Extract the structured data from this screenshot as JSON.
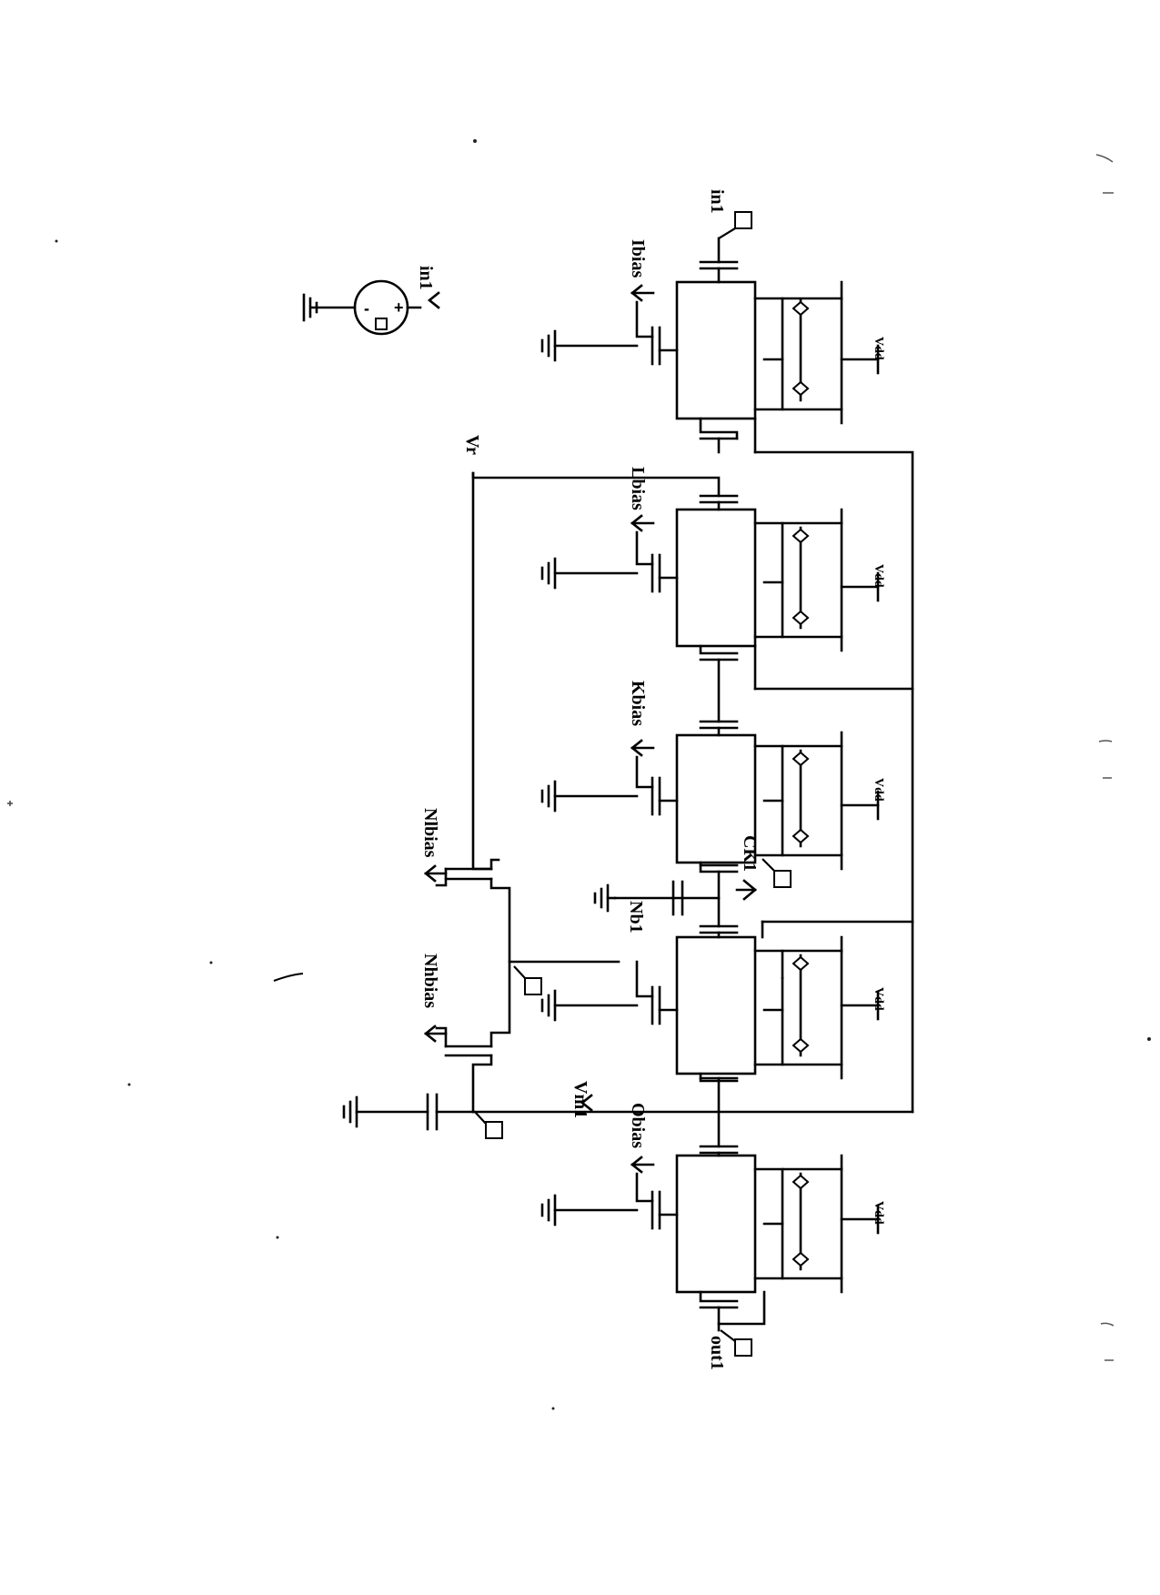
{
  "labels": {
    "in1": "in1",
    "out1": "out1",
    "vr": "Vr",
    "vm1": "Vm1",
    "nb1": "Nb1",
    "ck1": "CK1",
    "nlbias": "Nlbias",
    "nhbias": "Nhbias",
    "ibias": "Ibias",
    "lbias": "Lbias",
    "kbias": "Kbias",
    "obias": "Obias",
    "source_in1": "in1"
  },
  "supply_label": "Vdd",
  "source_signs": {
    "plus": "+",
    "minus": "-"
  },
  "colors": {
    "ink": "#000000",
    "paper": "#ffffff"
  }
}
